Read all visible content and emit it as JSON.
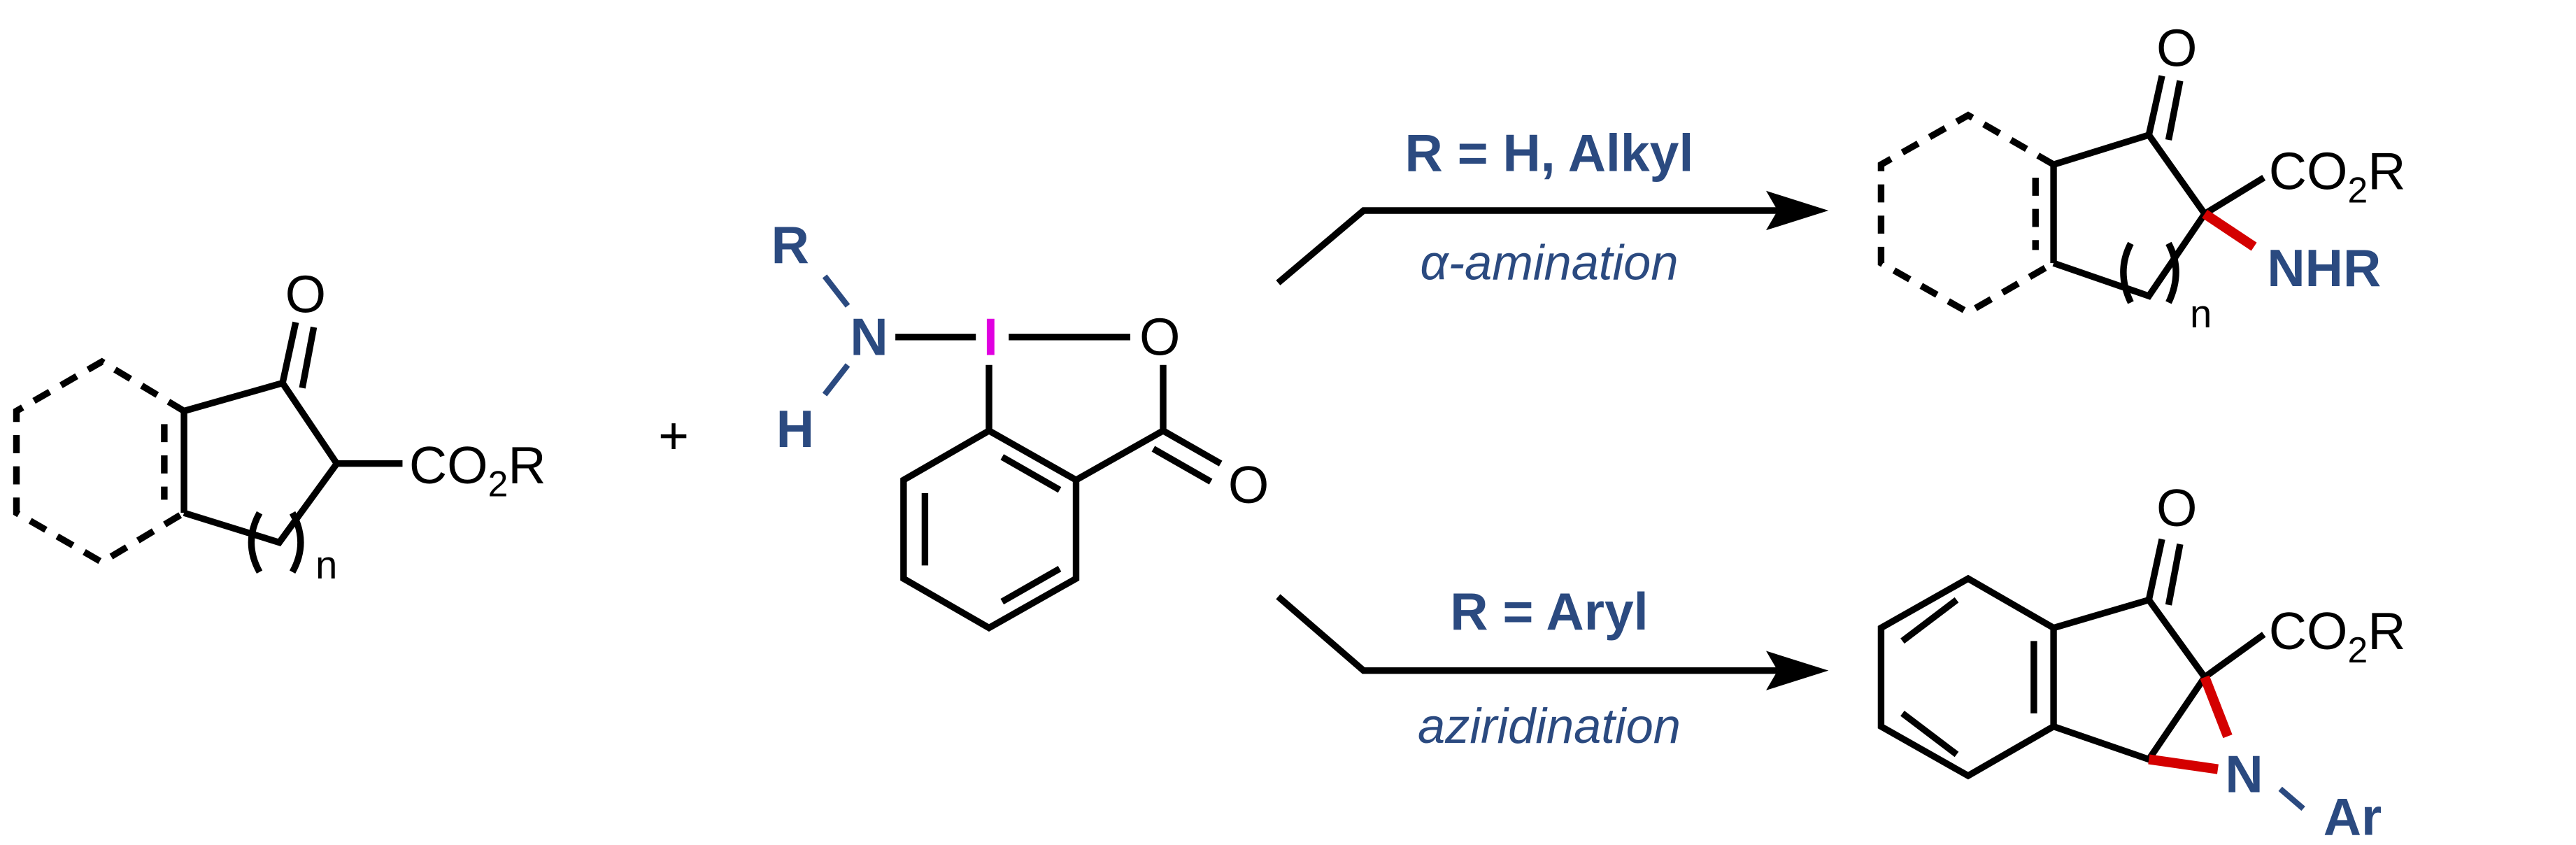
{
  "reactant": {
    "carbonyl_o": "O",
    "ester": "CO",
    "ester_sub": "2",
    "ester_r": "R",
    "index": "n"
  },
  "plus": "+",
  "reagent": {
    "r": "R",
    "n": "N",
    "h": "H",
    "i": "I",
    "o1": "O",
    "o2": "O"
  },
  "top_arrow": {
    "condition": "R = H, Alkyl",
    "label": "α-amination"
  },
  "bottom_arrow": {
    "condition": "R = Aryl",
    "label": "aziridination"
  },
  "top_product": {
    "carbonyl_o": "O",
    "ester": "CO",
    "ester_sub": "2",
    "ester_r": "R",
    "amine": "NHR",
    "index": "n"
  },
  "bottom_product": {
    "carbonyl_o": "O",
    "ester": "CO",
    "ester_sub": "2",
    "ester_r": "R",
    "n": "N",
    "ar": "Ar"
  },
  "colors": {
    "blue": "#2b4a80",
    "red": "#d40000",
    "iodine": "#e000e0"
  }
}
